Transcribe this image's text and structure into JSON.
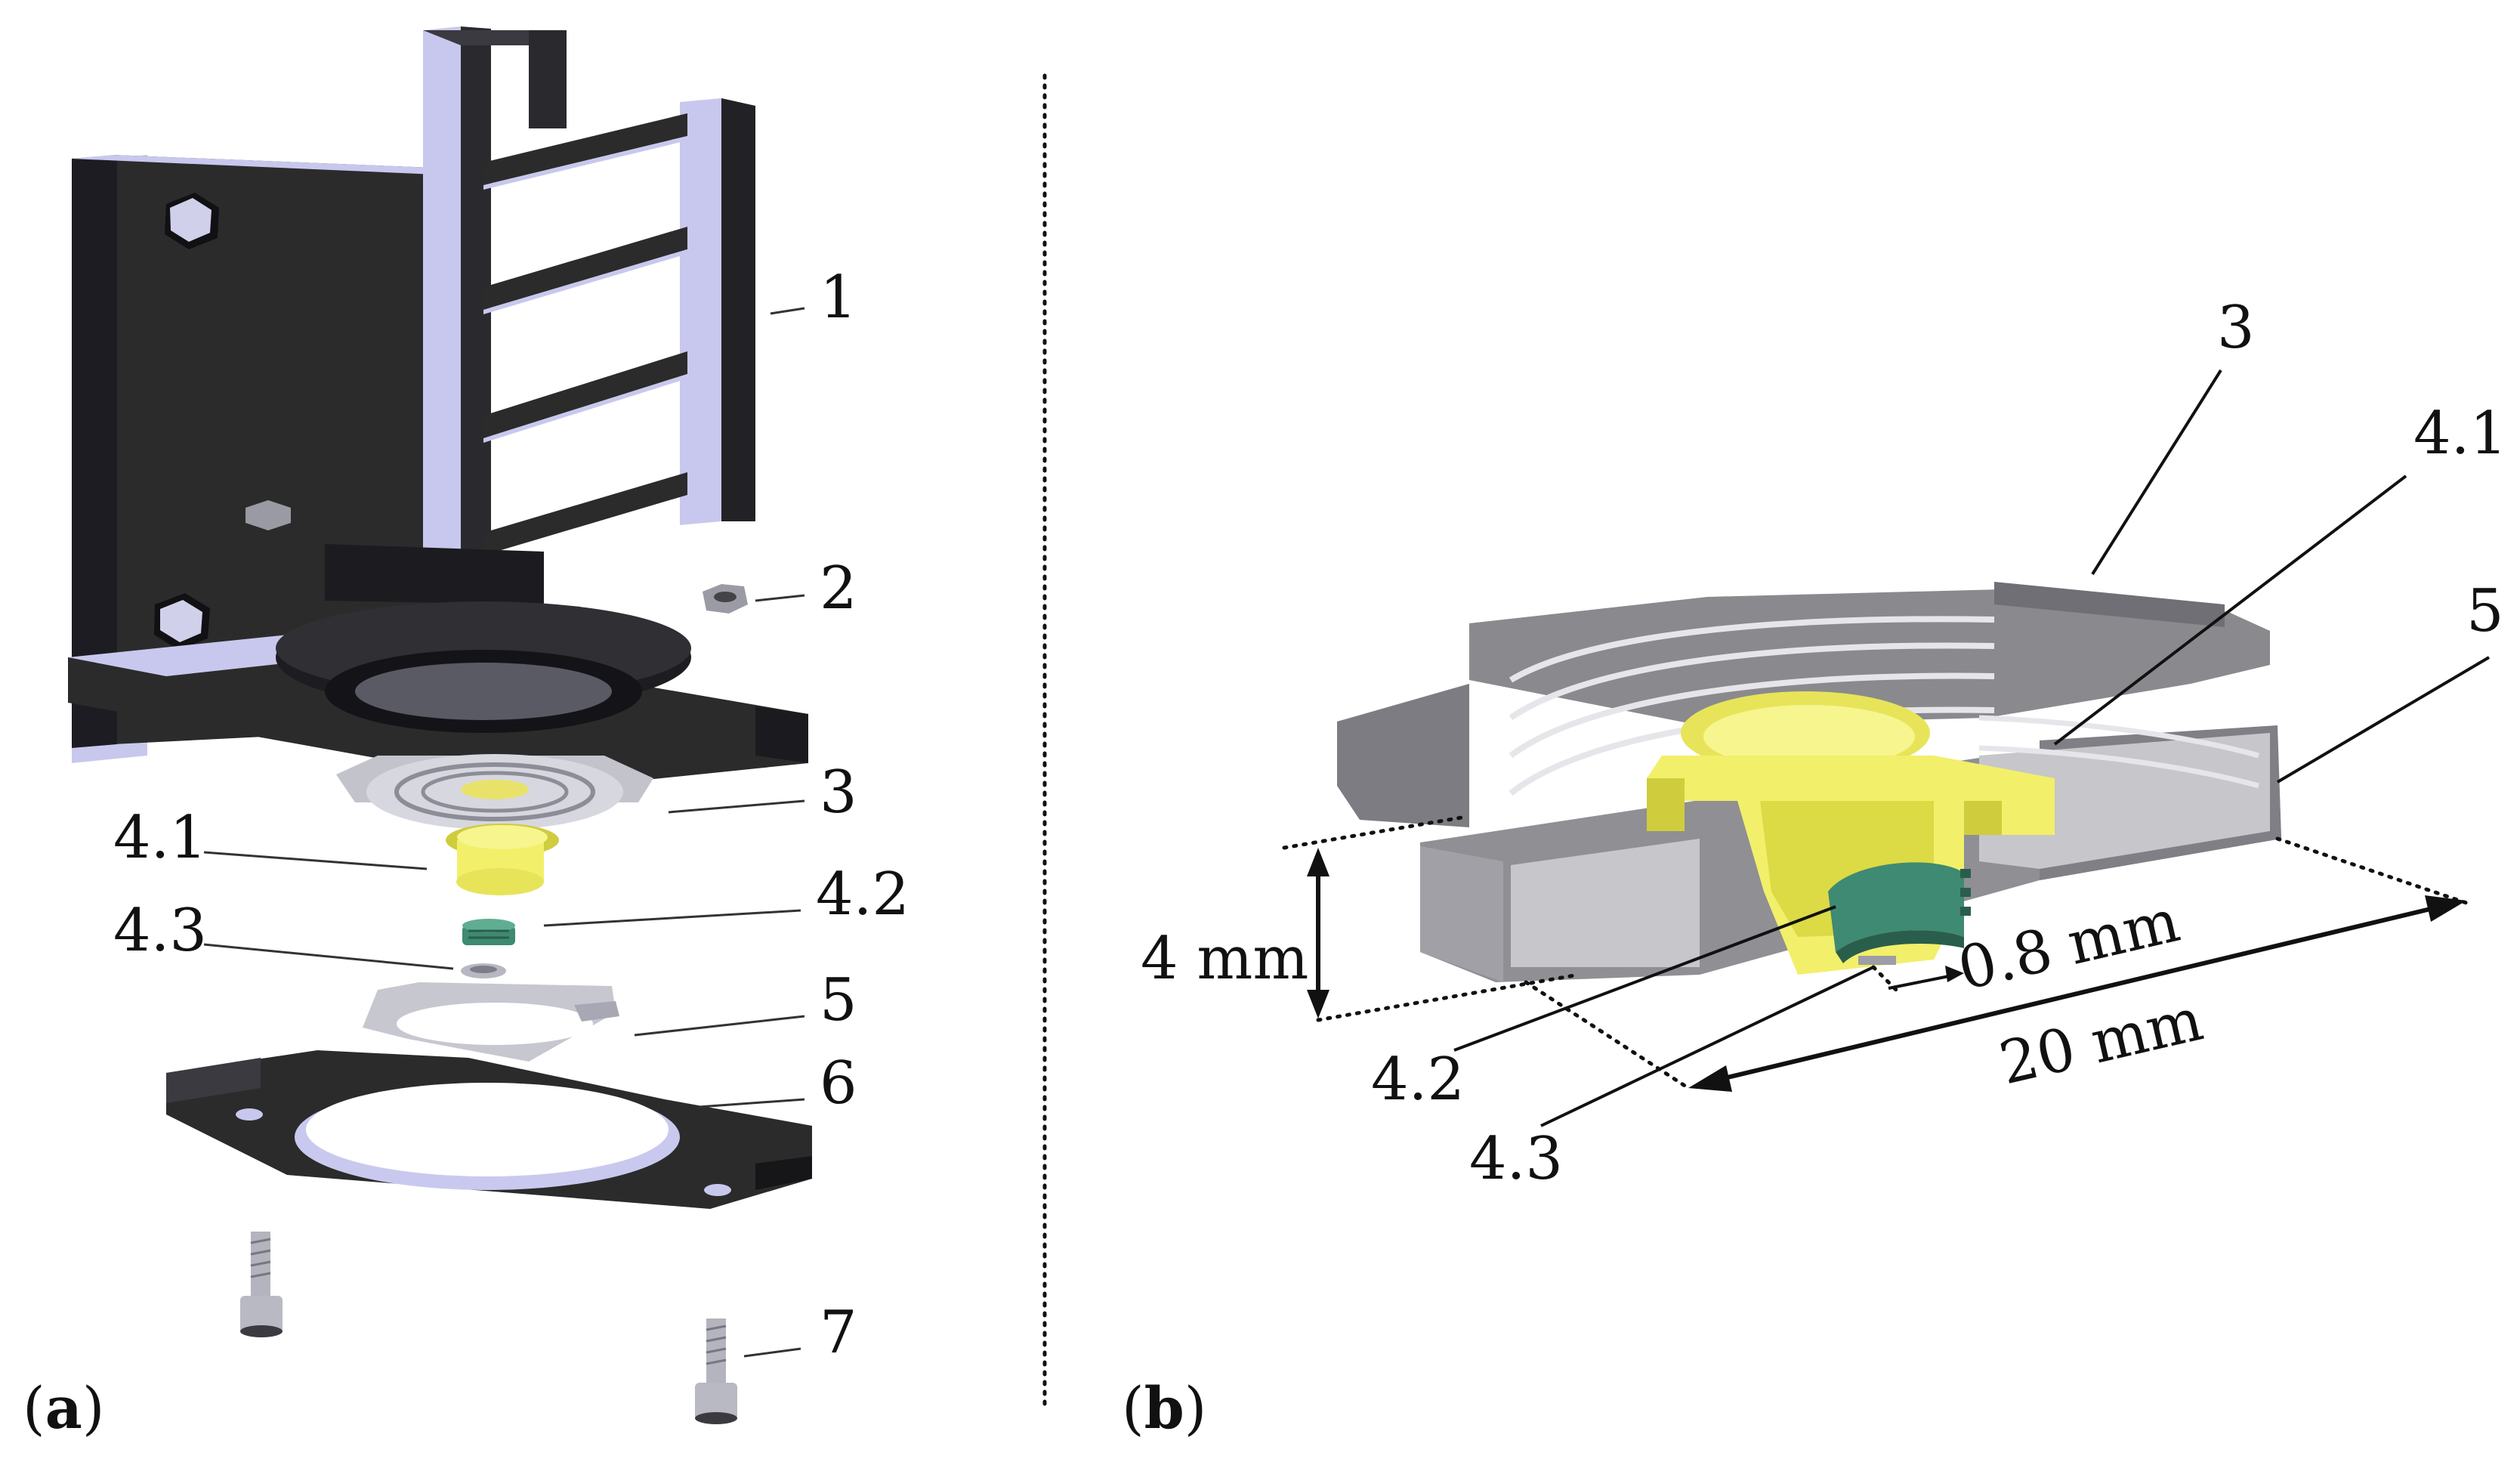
{
  "colors": {
    "dark_part": "#2b2b2b",
    "dark_part_side": "#171717",
    "highlight_edge": "#c8c8ee",
    "silver": "#b9b9c3",
    "gray_section": "#8a8a8e",
    "yellow": "#f2ef6a",
    "yellow_dark": "#cfcc3e",
    "green": "#3f8a72",
    "green_dark": "#2a5e4c",
    "line": "#111111"
  },
  "panel_a": {
    "label_open": "(",
    "label_letter": "a",
    "label_close": ")",
    "callouts": {
      "c1": "1",
      "c2": "2",
      "c3": "3",
      "c41": "4.1",
      "c42": "4.2",
      "c43": "4.3",
      "c5": "5",
      "c6": "6",
      "c7": "7"
    }
  },
  "panel_b": {
    "label_open": "(",
    "label_letter": "b",
    "label_close": ")",
    "callouts": {
      "c3": "3",
      "c41": "4.1",
      "c5": "5",
      "c42": "4.2",
      "c43": "4.3"
    },
    "dimensions": {
      "height": "4 mm",
      "gap": "0.8 mm",
      "diameter": "20 mm"
    }
  }
}
